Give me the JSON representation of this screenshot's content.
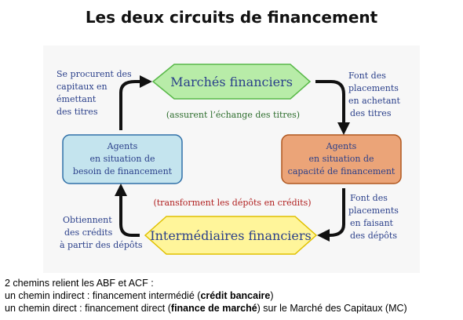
{
  "title": "Les deux circuits de financement",
  "nodes": {
    "marches": {
      "label": "Marchés financiers",
      "sub": "(assurent l’échange des titres)",
      "color": "#b8eca8",
      "stroke": "#58b848"
    },
    "besoin": {
      "line1": "Agents",
      "line2": "en situation de",
      "line3": "besoin de financement",
      "color": "#c4e4ee",
      "stroke": "#3070a8"
    },
    "capacite": {
      "line1": "Agents",
      "line2": "en situation de",
      "line3": "capacité de financement",
      "color": "#eba478",
      "stroke": "#b05820"
    },
    "intermediaires": {
      "label": "Intermédiaires financiers",
      "sub": "(transforment les dépôts en crédits)",
      "color": "#fff59a",
      "stroke": "#e0c000"
    }
  },
  "labels": {
    "top_left": [
      "Se procurent des",
      "capitaux en",
      "émettant",
      "des titres"
    ],
    "top_right": [
      "Font des",
      "placements",
      "en achetant",
      "des titres"
    ],
    "bottom_left": [
      "Obtiennent",
      "des crédits",
      "à partir des dépôts"
    ],
    "bottom_right": [
      "Font des",
      "placements",
      "en faisant",
      "des dépôts"
    ]
  },
  "colors": {
    "text_blue": "#2a3f8a",
    "text_red": "#b02020",
    "text_green": "#2e6e2e",
    "arrow": "#111111"
  },
  "bottom_text": {
    "line1": "2 chemins relient les ABF et ACF :",
    "line2_a": "un chemin indirect : financement intermédié (",
    "line2_b": "crédit bancaire",
    "line2_c": ")",
    "line3_a": "un chemin direct : financement direct (",
    "line3_b": "finance de marché",
    "line3_c": ") sur le Marché des Capitaux (MC)"
  }
}
